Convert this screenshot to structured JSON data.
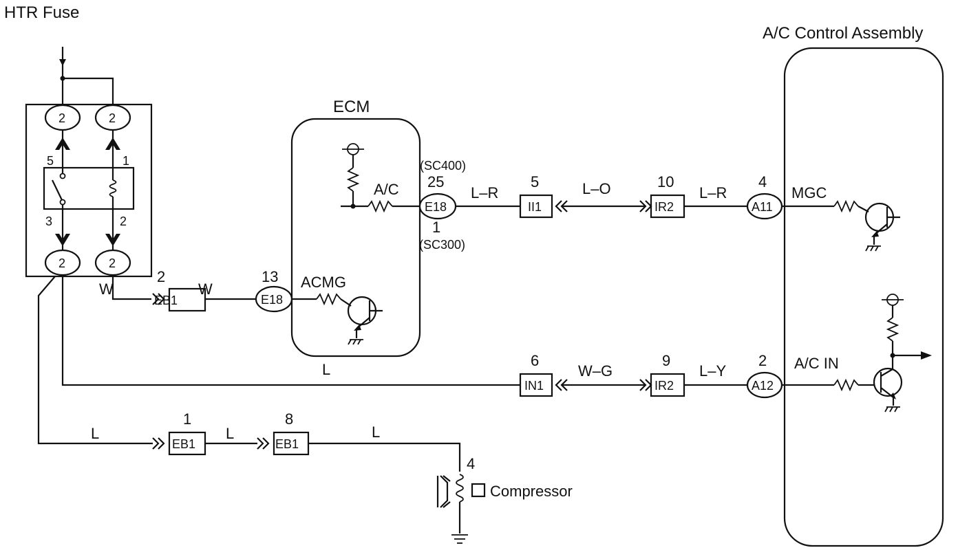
{
  "titles": {
    "htr_fuse": "HTR Fuse",
    "ecm": "ECM",
    "ac_control": "A/C Control Assembly"
  },
  "relay": {
    "pin_top_left": "2",
    "pin_top_right": "2",
    "pin_bottom_left": "2",
    "pin_bottom_right": "2",
    "term_5": "5",
    "term_1": "1",
    "term_3": "3",
    "term_2": "2"
  },
  "ecm": {
    "ac_signal": "A/C",
    "acmg_signal": "ACMG",
    "sc400": "(SC400)",
    "sc300": "(SC300)",
    "pin_25": "25",
    "pin_1": "1",
    "pin_13": "13",
    "conn_e18_top": "E18",
    "conn_e18_bottom": "E18"
  },
  "wires": {
    "w1": "W",
    "w2": "W",
    "l_ecm": "L",
    "lr1": "L–R",
    "lo": "L–O",
    "lr2": "L–R",
    "wg": "W–G",
    "ly": "L–Y",
    "l_a": "L",
    "l_b": "L",
    "l_c": "L"
  },
  "connectors": {
    "eb1_relay_pin": "2",
    "eb1_relay": "EB1",
    "ii1_pin": "5",
    "ii1": "II1",
    "ir2_top_pin": "10",
    "ir2_top": "IR2",
    "a11_pin": "4",
    "a11": "A11",
    "in1_pin": "6",
    "in1": "IN1",
    "ir2_bottom_pin": "9",
    "ir2_bottom": "IR2",
    "a12_pin": "2",
    "a12": "A12",
    "eb1_a_pin": "1",
    "eb1_a": "EB1",
    "eb1_b_pin": "8",
    "eb1_b": "EB1"
  },
  "ac_control": {
    "mgc": "MGC",
    "ac_in": "A/C IN"
  },
  "compressor": {
    "pin": "4",
    "label": "Compressor"
  }
}
